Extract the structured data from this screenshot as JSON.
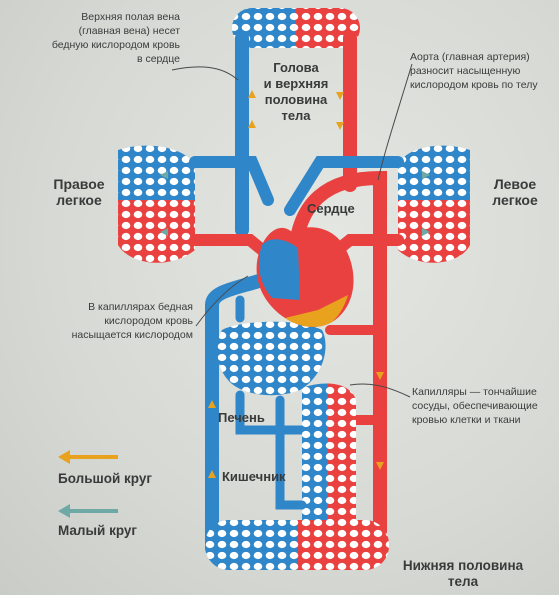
{
  "labels": {
    "vena_cava": [
      "Верхняя полая вена",
      "(главная вена) несет",
      "бедную кислородом кровь",
      "в сердце"
    ],
    "aorta": [
      "Аорта (главная артерия)",
      "разносит насыщенную",
      "кислородом кровь по телу"
    ],
    "head": [
      "Голова",
      "и верхняя",
      "половина",
      "тела"
    ],
    "right_lung": [
      "Правое",
      "легкое"
    ],
    "left_lung": [
      "Левое",
      "легкое"
    ],
    "heart": "Сердце",
    "capillaries_lungs": [
      "В капиллярах бедная",
      "кислородом кровь",
      "насыщается кислородом"
    ],
    "capillaries": [
      "Капилляры — тончайшие",
      "сосуды, обеспечивающие",
      "кровью клетки и ткани"
    ],
    "liver": "Печень",
    "intestine": "Кишечник",
    "lower_body": [
      "Нижняя половина",
      "тела"
    ]
  },
  "legend": {
    "systemic": "Большой круг",
    "pulmonary": "Малый круг",
    "systemic_color": "#e8a21d",
    "pulmonary_color": "#6fa9a6"
  },
  "colors": {
    "oxygenated": "#e9413f",
    "deoxygenated": "#2f86c9"
  }
}
